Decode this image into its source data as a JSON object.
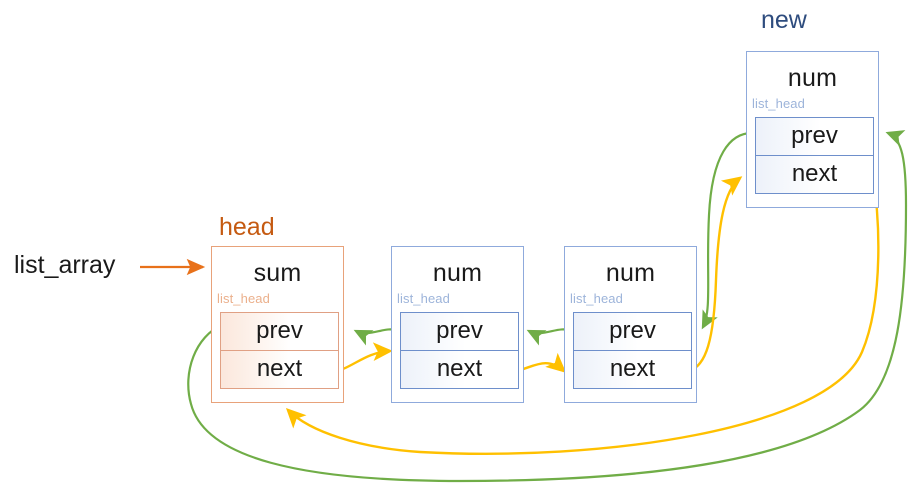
{
  "diagram": {
    "title": "doubly linked list insertion diagram",
    "external_label": "list_array",
    "colors": {
      "prev_arrow": "#70AD47",
      "next_arrow": "#FFC000",
      "pointer_arrow": "#E8711A",
      "head_accent": "#C55A11",
      "new_accent": "#2E4C7E",
      "blue_border": "#8FAADC",
      "orange_border": "#E8A27A"
    },
    "captions": [
      {
        "text": "head",
        "color_role": "head_accent"
      },
      {
        "text": "new",
        "color_role": "new_accent"
      }
    ],
    "nodes": [
      {
        "id": "head",
        "caption": "head",
        "title": "sum",
        "struct_label": "list_head",
        "fields": [
          "prev",
          "next"
        ],
        "theme": "orange"
      },
      {
        "id": "node1",
        "caption": "",
        "title": "num",
        "struct_label": "list_head",
        "fields": [
          "prev",
          "next"
        ],
        "theme": "blue"
      },
      {
        "id": "node2",
        "caption": "",
        "title": "num",
        "struct_label": "list_head",
        "fields": [
          "prev",
          "next"
        ],
        "theme": "blue"
      },
      {
        "id": "new",
        "caption": "new",
        "title": "num",
        "struct_label": "list_head",
        "fields": [
          "prev",
          "next"
        ],
        "theme": "blue"
      }
    ],
    "edges": [
      {
        "from": "list_array",
        "to": "head",
        "kind": "pointer",
        "color_role": "pointer_arrow"
      },
      {
        "from": "node1.prev",
        "to": "head",
        "kind": "prev",
        "color_role": "prev_arrow"
      },
      {
        "from": "node2.prev",
        "to": "node1",
        "kind": "prev",
        "color_role": "prev_arrow"
      },
      {
        "from": "new.prev",
        "to": "node2",
        "kind": "prev",
        "color_role": "prev_arrow"
      },
      {
        "from": "head.prev",
        "to": "new",
        "kind": "prev",
        "color_role": "prev_arrow"
      },
      {
        "from": "head.next",
        "to": "node1",
        "kind": "next",
        "color_role": "next_arrow"
      },
      {
        "from": "node1.next",
        "to": "node2",
        "kind": "next",
        "color_role": "next_arrow"
      },
      {
        "from": "node2.next",
        "to": "new",
        "kind": "next",
        "color_role": "next_arrow"
      },
      {
        "from": "new.next",
        "to": "head",
        "kind": "next",
        "color_role": "next_arrow"
      }
    ]
  }
}
